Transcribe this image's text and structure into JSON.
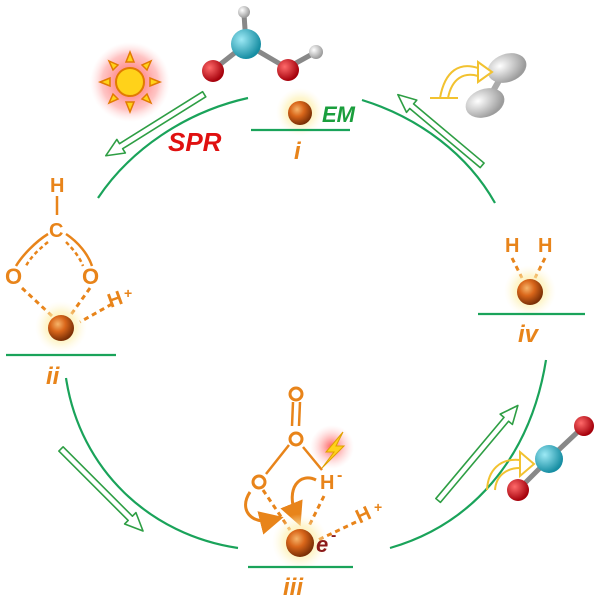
{
  "labels": {
    "spr": "SPR",
    "em": "EM",
    "step_i": "i",
    "step_ii": "ii",
    "step_iii": "iii",
    "step_iv": "iv"
  },
  "species": {
    "formate_H": "H",
    "formate_C": "C",
    "formate_O_left": "O",
    "formate_O_right": "O",
    "proton": "H",
    "proton_charge": "+",
    "hydride": "H",
    "hydride_charge": "-",
    "electron": "e",
    "electron_charge": "-",
    "h2_left": "H",
    "h2_right": "H"
  },
  "colors": {
    "cycle_green": "#1aa35a",
    "arrow_green": "#2e9e44",
    "orange": "#e8841a",
    "spr_red": "#e01010",
    "em_green": "#1a9e3c",
    "particle": "#d9661a",
    "oxygen": "#d0111b",
    "carbon": "#33b9cf",
    "hydrogen": "#e8e8e8"
  },
  "icons": [
    "sun-icon",
    "lightning-icon",
    "formic-acid-molecule",
    "hydrogen-molecule",
    "co2-molecule"
  ]
}
